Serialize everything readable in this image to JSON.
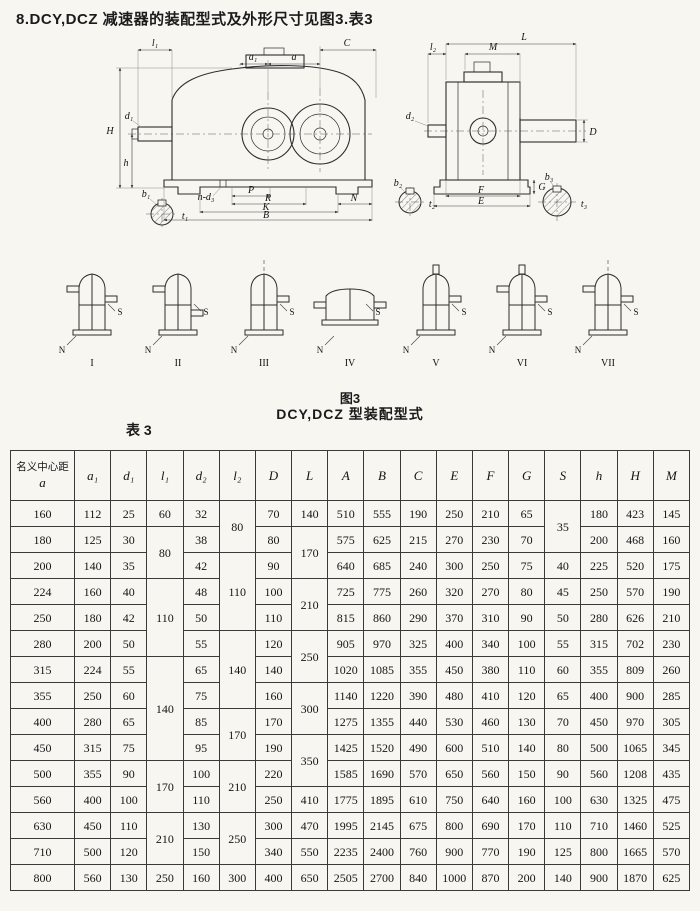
{
  "page": {
    "title": "8.DCY,DCZ 减速器的装配型式及外形尺寸见图3.表3"
  },
  "figure": {
    "number_label": "图3",
    "caption": "DCY,DCZ 型装配型式",
    "table_label": "表 3"
  },
  "drawings": {
    "left": {
      "labels": {
        "l1": "l₁",
        "a1": "a₁",
        "a": "a",
        "C": "C",
        "H": "H",
        "d1": "d₁",
        "h": "h",
        "b1": "b₁",
        "t1": "t₁",
        "nd3": "n-d₃",
        "P": "P",
        "R": "R",
        "N": "N",
        "K": "K",
        "B": "B"
      }
    },
    "right": {
      "labels": {
        "l2": "l₂",
        "M": "M",
        "L": "L",
        "d2": "d₂",
        "D": "D",
        "F": "F",
        "E": "E",
        "G": "G",
        "b2": "b₂",
        "t2": "t₂",
        "b3": "b₃",
        "t3": "t₃"
      }
    }
  },
  "variants": {
    "n_label": "N",
    "s_label": "S",
    "items": [
      "I",
      "II",
      "III",
      "IV",
      "V",
      "VI",
      "VII"
    ]
  },
  "table": {
    "col0_top": "名义中心距",
    "col0_bottom": "a",
    "headers": [
      "a₁",
      "d₁",
      "l₁",
      "d₂",
      "l₂",
      "D",
      "L",
      "A",
      "B",
      "C",
      "E",
      "F",
      "G",
      "S",
      "h",
      "H",
      "M"
    ],
    "rows": [
      {
        "a": "160",
        "cells": [
          "112",
          "25",
          "60",
          "32",
          {
            "v": "80",
            "rs": 2
          },
          "70",
          "140",
          "510",
          "555",
          "190",
          "250",
          "210",
          "65",
          {
            "v": "35",
            "rs": 2
          },
          "180",
          "423",
          "145"
        ]
      },
      {
        "a": "180",
        "cells": [
          "125",
          "30",
          {
            "v": "80",
            "rs": 2
          },
          "38",
          null,
          "80",
          {
            "v": "170",
            "rs": 2
          },
          "575",
          "625",
          "215",
          "270",
          "230",
          "70",
          null,
          "200",
          "468",
          "160"
        ]
      },
      {
        "a": "200",
        "cells": [
          "140",
          "35",
          null,
          "42",
          {
            "v": "110",
            "rs": 3
          },
          "90",
          null,
          "640",
          "685",
          "240",
          "300",
          "250",
          "75",
          "40",
          "225",
          "520",
          "175"
        ]
      },
      {
        "a": "224",
        "cells": [
          "160",
          "40",
          {
            "v": "110",
            "rs": 3
          },
          "48",
          null,
          "100",
          {
            "v": "210",
            "rs": 2
          },
          "725",
          "775",
          "260",
          "320",
          "270",
          "80",
          "45",
          "250",
          "570",
          "190"
        ]
      },
      {
        "a": "250",
        "cells": [
          "180",
          "42",
          null,
          "50",
          null,
          "110",
          null,
          "815",
          "860",
          "290",
          "370",
          "310",
          "90",
          "50",
          "280",
          "626",
          "210"
        ]
      },
      {
        "a": "280",
        "cells": [
          "200",
          "50",
          null,
          "55",
          {
            "v": "140",
            "rs": 3
          },
          "120",
          {
            "v": "250",
            "rs": 2
          },
          "905",
          "970",
          "325",
          "400",
          "340",
          "100",
          "55",
          "315",
          "702",
          "230"
        ]
      },
      {
        "a": "315",
        "cells": [
          "224",
          "55",
          {
            "v": "140",
            "rs": 4
          },
          "65",
          null,
          "140",
          null,
          "1020",
          "1085",
          "355",
          "450",
          "380",
          "110",
          "60",
          "355",
          "809",
          "260"
        ]
      },
      {
        "a": "355",
        "cells": [
          "250",
          "60",
          null,
          "75",
          null,
          "160",
          {
            "v": "300",
            "rs": 2
          },
          "1140",
          "1220",
          "390",
          "480",
          "410",
          "120",
          "65",
          "400",
          "900",
          "285"
        ]
      },
      {
        "a": "400",
        "cells": [
          "280",
          "65",
          null,
          "85",
          {
            "v": "170",
            "rs": 2
          },
          "170",
          null,
          "1275",
          "1355",
          "440",
          "530",
          "460",
          "130",
          "70",
          "450",
          "970",
          "305"
        ]
      },
      {
        "a": "450",
        "cells": [
          "315",
          "75",
          null,
          "95",
          null,
          "190",
          {
            "v": "350",
            "rs": 2
          },
          "1425",
          "1520",
          "490",
          "600",
          "510",
          "140",
          "80",
          "500",
          "1065",
          "345"
        ]
      },
      {
        "a": "500",
        "cells": [
          "355",
          "90",
          {
            "v": "170",
            "rs": 2
          },
          "100",
          {
            "v": "210",
            "rs": 2
          },
          "220",
          null,
          "1585",
          "1690",
          "570",
          "650",
          "560",
          "150",
          "90",
          "560",
          "1208",
          "435"
        ]
      },
      {
        "a": "560",
        "cells": [
          "400",
          "100",
          null,
          "110",
          null,
          "250",
          "410",
          "1775",
          "1895",
          "610",
          "750",
          "640",
          "160",
          "100",
          "630",
          "1325",
          "475"
        ]
      },
      {
        "a": "630",
        "cells": [
          "450",
          "110",
          {
            "v": "210",
            "rs": 2
          },
          "130",
          {
            "v": "250",
            "rs": 2
          },
          "300",
          "470",
          "1995",
          "2145",
          "675",
          "800",
          "690",
          "170",
          "110",
          "710",
          "1460",
          "525"
        ]
      },
      {
        "a": "710",
        "cells": [
          "500",
          "120",
          null,
          "150",
          null,
          "340",
          "550",
          "2235",
          "2400",
          "760",
          "900",
          "770",
          "190",
          "125",
          "800",
          "1665",
          "570"
        ]
      },
      {
        "a": "800",
        "cells": [
          "560",
          "130",
          "250",
          "160",
          "300",
          "400",
          "650",
          "2505",
          "2700",
          "840",
          "1000",
          "870",
          "200",
          "140",
          "900",
          "1870",
          "625"
        ]
      }
    ]
  }
}
